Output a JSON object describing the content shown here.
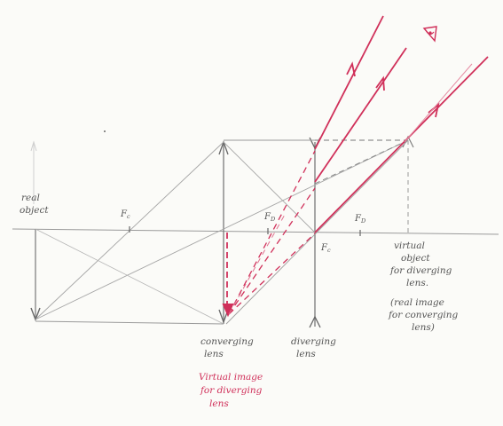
{
  "labels": {
    "real_object": [
      "real",
      "object"
    ],
    "fc_left": "F",
    "fc_left_sub": "c",
    "fd_left": "F",
    "fd_left_sub": "D",
    "fd_right": "F",
    "fd_right_sub": "D",
    "fc_right": "F",
    "fc_right_sub": "c",
    "virtual_object": [
      "virtual",
      "object",
      "for diverging",
      "lens.",
      "(real image",
      "for converging",
      "lens)"
    ],
    "converging_lens": [
      "converging",
      "lens"
    ],
    "diverging_lens": [
      "diverging",
      "lens"
    ],
    "virtual_image": [
      "Virtual image",
      "for diverging",
      "lens"
    ]
  },
  "colors": {
    "pencil": "#8a8a8a",
    "pencil_dark": "#5a5a5a",
    "red": "#d0305a"
  },
  "icons": {
    "eye": "eye-icon"
  }
}
